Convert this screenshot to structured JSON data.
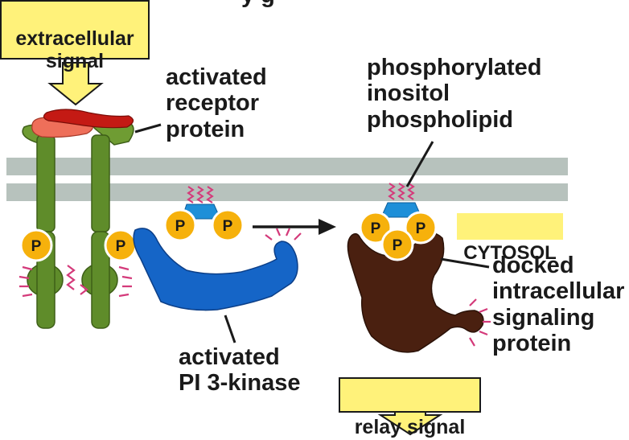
{
  "labels": {
    "header_fragment": "y        g",
    "extracellular_signal": "extracellular\nsignal",
    "activated_receptor": "activated\nreceptor\nprotein",
    "phosphorylated_lipid": "phosphorylated\ninositol\nphospholipid",
    "cytosol": "CYTOSOL",
    "docked_protein": "docked\nintracellular\nsignaling\nprotein",
    "pi3_kinase": "activated\nPI 3-kinase",
    "relay_signal": "relay signal",
    "phosphate_letter": "P"
  },
  "colors": {
    "signal_box_fill": "#fff27a",
    "cytosol_box_fill": "#fff27a",
    "membrane": "#b7c2bd",
    "receptor": "#5f8c2a",
    "ligand": "#c41a14",
    "kinase": "#1565c7",
    "docked_protein": "#4a2010",
    "phosphate": "#f6b10c",
    "squiggle": "#d43a7a"
  }
}
